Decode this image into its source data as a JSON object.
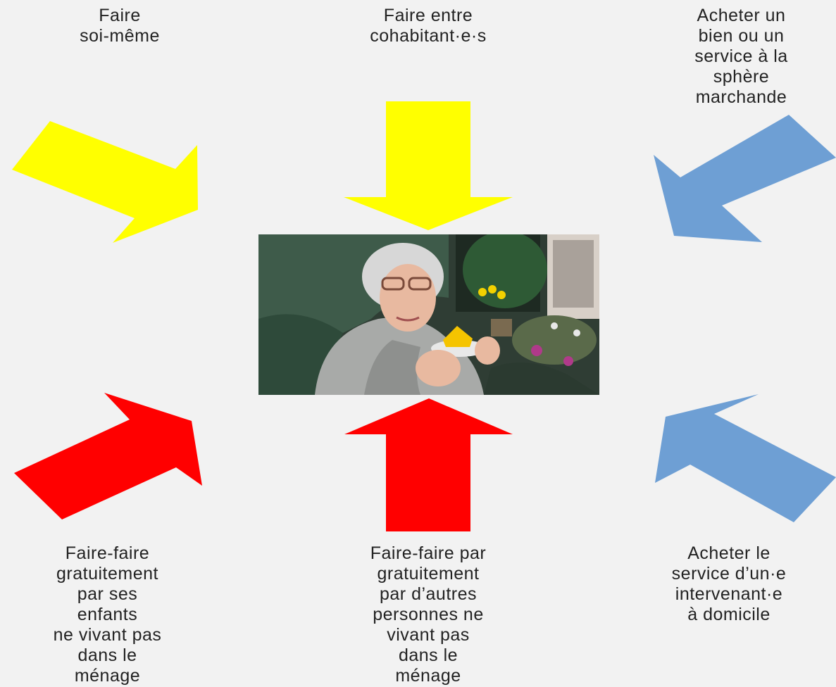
{
  "labels": {
    "top_left": "Faire\nsoi-même",
    "top_center": "Faire entre\ncohabitant·e·s",
    "top_right": "Acheter un\nbien ou un\nservice à la\nsphère\nmarchande",
    "bottom_left": "Faire-faire\ngratuitement\npar ses\nenfants\nne vivant pas\ndans le\nménage",
    "bottom_center": "Faire-faire par\ngratuitement\npar d’autres\npersonnes ne\nvivant pas\ndans le\nménage",
    "bottom_right": "Acheter le\nservice d’un·e\nintervenant·e\nà domicile"
  },
  "colors": {
    "background": "#f2f2f2",
    "yellow_arrow": "#ffff00",
    "red_arrow": "#ff0000",
    "blue_arrow": "#6e9fd4"
  }
}
